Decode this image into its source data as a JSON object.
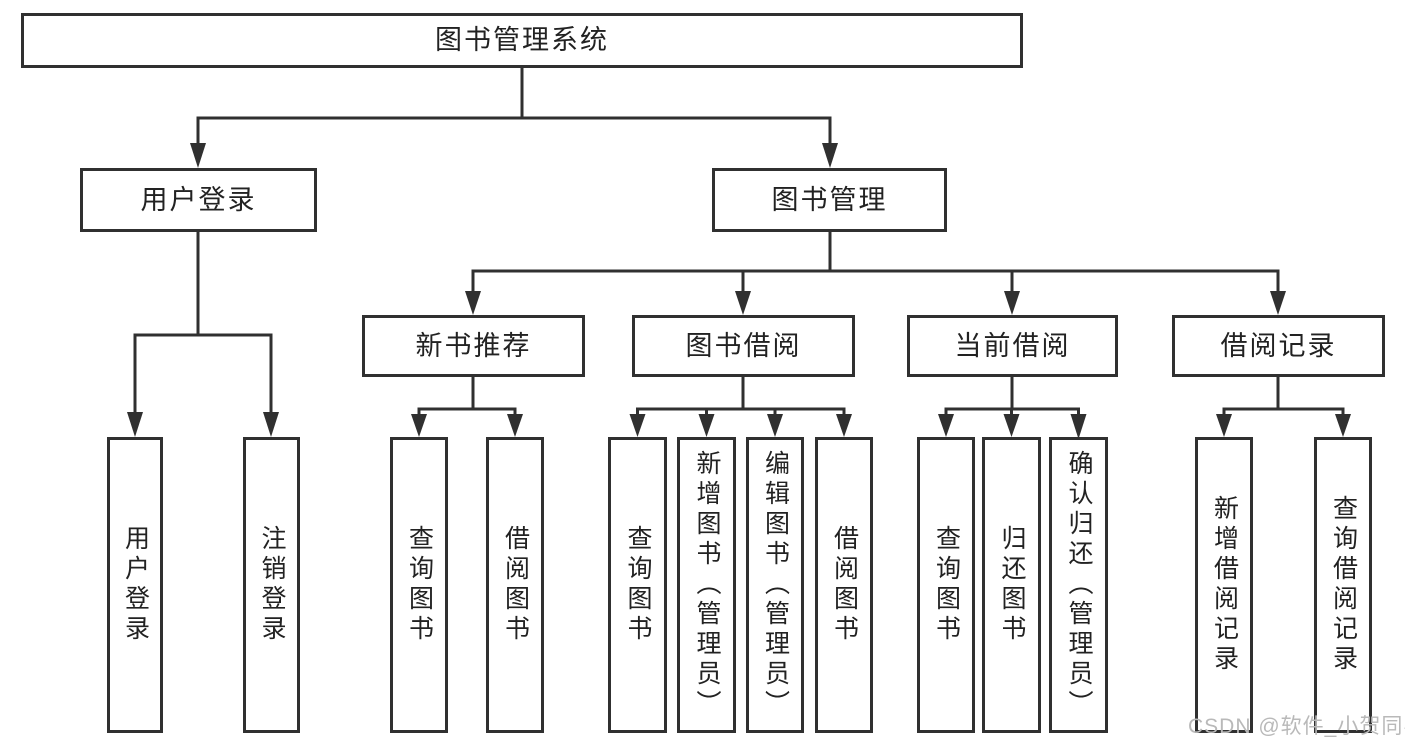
{
  "diagram": {
    "title": "图书管理系统",
    "tree": {
      "root": {
        "label": "图书管理系统",
        "children": [
          {
            "label": "用户登录",
            "children": [
              {
                "label": "用户登录"
              },
              {
                "label": "注销登录"
              }
            ]
          },
          {
            "label": "图书管理",
            "children": [
              {
                "label": "新书推荐",
                "children": [
                  {
                    "label": "查询图书"
                  },
                  {
                    "label": "借阅图书"
                  }
                ]
              },
              {
                "label": "图书借阅",
                "children": [
                  {
                    "label": "查询图书"
                  },
                  {
                    "label": "新增图书（管理员）"
                  },
                  {
                    "label": "编辑图书（管理员）"
                  },
                  {
                    "label": "借阅图书"
                  }
                ]
              },
              {
                "label": "当前借阅",
                "children": [
                  {
                    "label": "查询图书"
                  },
                  {
                    "label": "归还图书"
                  },
                  {
                    "label": "确认归还（管理员）"
                  }
                ]
              },
              {
                "label": "借阅记录",
                "children": [
                  {
                    "label": "新增借阅记录"
                  },
                  {
                    "label": "查询借阅记录"
                  }
                ]
              }
            ]
          }
        ]
      }
    }
  },
  "watermark": "CSDN @软件_小贺同学",
  "colors": {
    "line": "#303030",
    "text": "#222222",
    "watermark": "#b9b9b9",
    "background": "#ffffff"
  }
}
